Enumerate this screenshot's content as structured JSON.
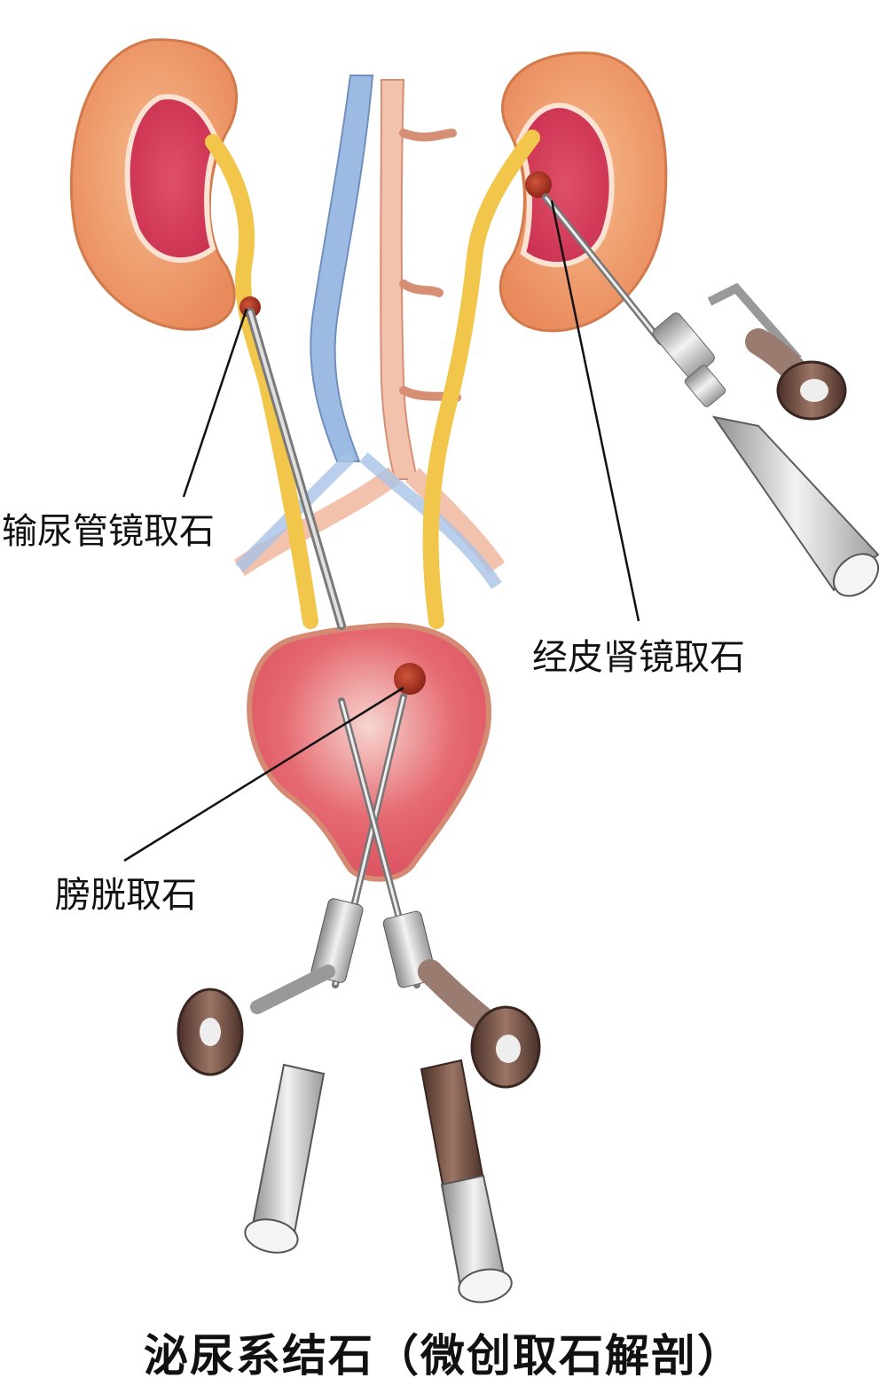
{
  "labels": {
    "ureteroscopy": "输尿管镜取石",
    "pcnl": "经皮肾镜取石",
    "bladder": "膀胱取石"
  },
  "title": "泌尿系结石（微创取石解剖）",
  "colors": {
    "kidney_outer": "#f0a16e",
    "kidney_inner": "#d8405c",
    "ureter": "#f2c64a",
    "vein": "#8fb0d8",
    "artery": "#f0b49a",
    "bladder": "#e86f6f",
    "stone": "#b3392b",
    "scope_metal": "#c9c9c9",
    "scope_dark": "#6a4a40"
  }
}
